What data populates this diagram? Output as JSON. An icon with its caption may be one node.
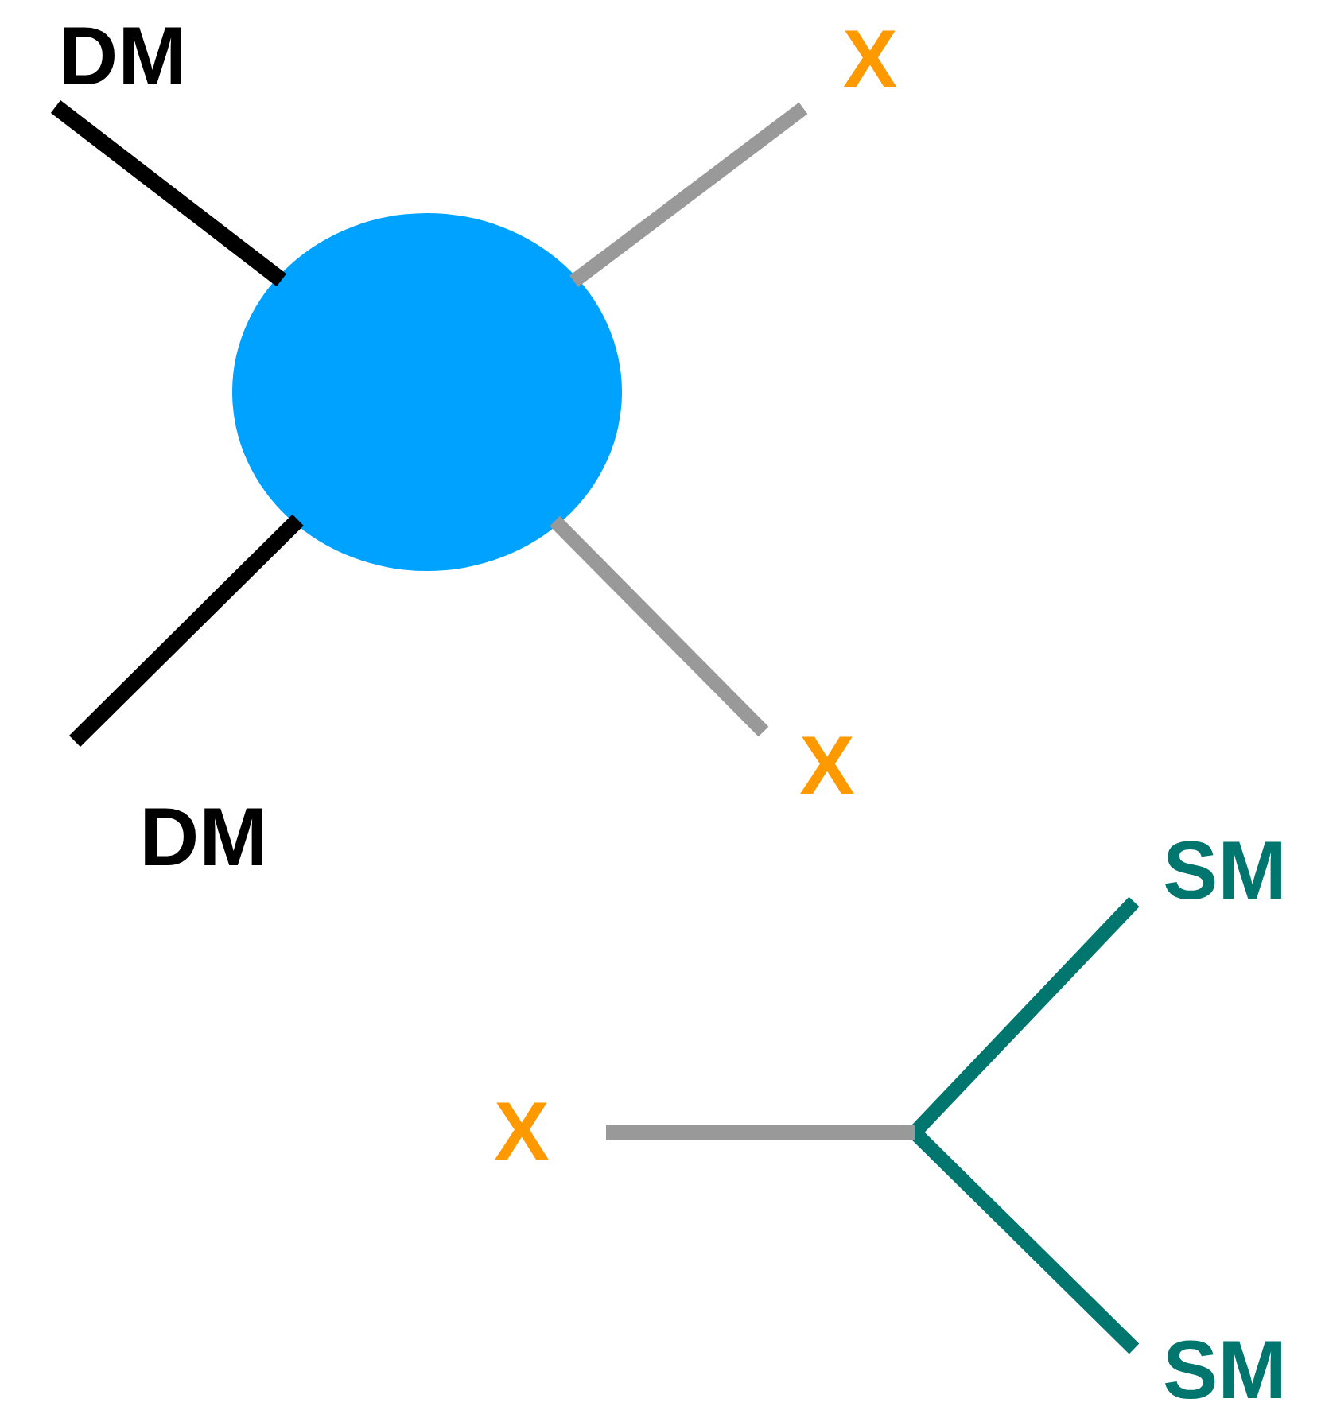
{
  "diagram": {
    "nodes": [
      {
        "text": [
          "DM"
        ]
      },
      {
        "text": [
          "X"
        ]
      },
      {
        "text": [],
        "shape": "circle"
      },
      {
        "text": [
          "DM"
        ]
      },
      {
        "text": [
          "X"
        ]
      },
      {
        "text": [
          "SM"
        ]
      },
      {
        "text": [
          "X"
        ]
      },
      {
        "text": [
          "SM"
        ]
      }
    ],
    "edges": [
      {
        "from": 0,
        "to": 2,
        "arrow": "none",
        "color": "#000000"
      },
      {
        "from": 1,
        "to": 2,
        "arrow": "none",
        "color": "#999999"
      },
      {
        "from": 3,
        "to": 2,
        "arrow": "none",
        "color": "#000000"
      },
      {
        "from": 4,
        "to": 2,
        "arrow": "none",
        "color": "#999999"
      },
      {
        "from": 6,
        "to": 5,
        "arrow": "none",
        "color": "#00766e"
      },
      {
        "from": 6,
        "to": 7,
        "arrow": "none",
        "color": "#00766e"
      }
    ]
  }
}
